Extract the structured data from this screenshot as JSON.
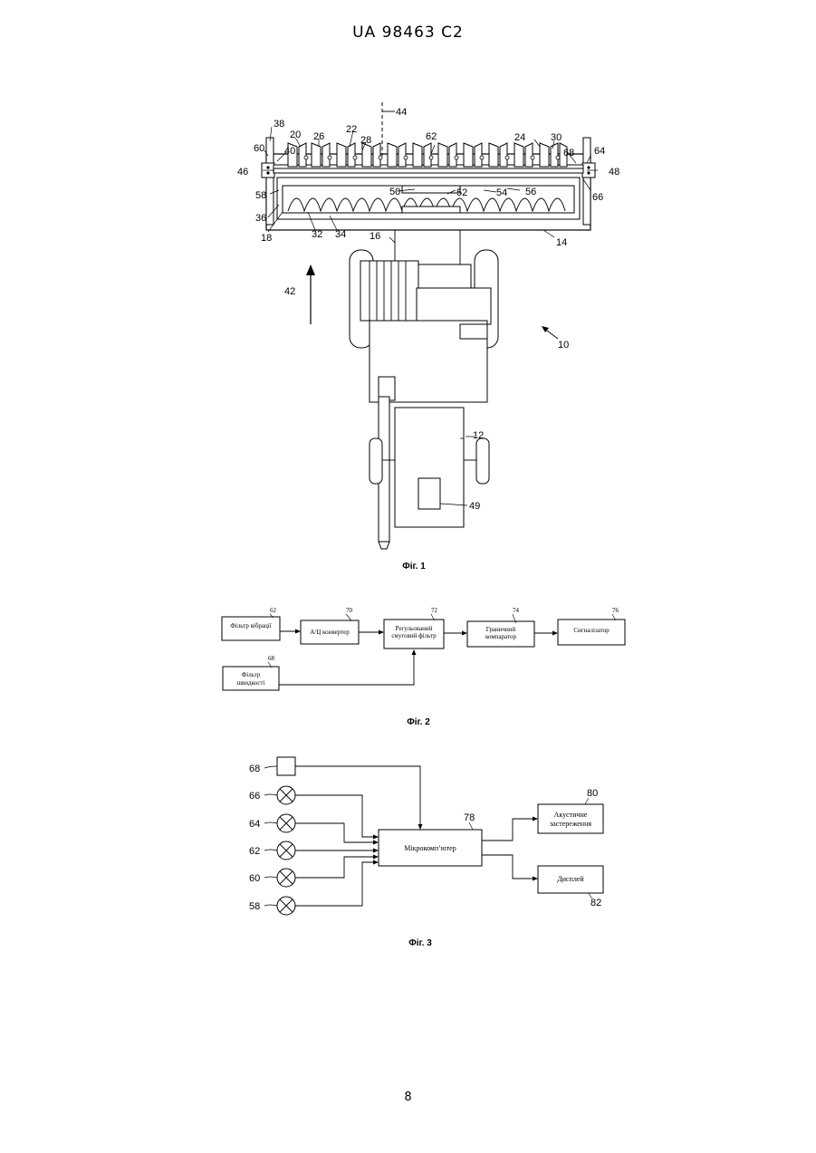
{
  "header": {
    "doc_id": "UA   98463   C2"
  },
  "page": {
    "number": "8"
  },
  "fig1": {
    "caption": "Фіг. 1",
    "refs": {
      "r10": "10",
      "r12": "12",
      "r14": "14",
      "r16": "16",
      "r18": "18",
      "r20": "20",
      "r22": "22",
      "r24": "24",
      "r26": "26",
      "r28": "28",
      "r30": "30",
      "r32": "32",
      "r34": "34",
      "r36": "36",
      "r38": "38",
      "r40": "40",
      "r42": "42",
      "r44": "44",
      "r46": "46",
      "r48": "48",
      "r49": "49",
      "r50": "50",
      "r52": "52",
      "r54": "54",
      "r56": "56",
      "r58": "58",
      "r60": "60",
      "r62": "62",
      "r64": "64",
      "r66": "66",
      "r68": "68"
    }
  },
  "fig2": {
    "caption": "Фіг. 2",
    "blocks": [
      {
        "ref": "62",
        "label": "Фільтр вібрації"
      },
      {
        "ref": "70",
        "label": "А/Ц конвертер"
      },
      {
        "ref": "72",
        "label_line1": "Регульований",
        "label_line2": "смуговий фільтр"
      },
      {
        "ref": "74",
        "label_line1": "Граничний",
        "label_line2": "компаратор"
      },
      {
        "ref": "76",
        "label": "Сигналізатор"
      },
      {
        "ref": "68",
        "label_line1": "Фільтр",
        "label_line2": "швидкості"
      }
    ]
  },
  "fig3": {
    "caption": "Фіг. 3",
    "inputs": [
      "68",
      "66",
      "64",
      "62",
      "60",
      "58"
    ],
    "micro": {
      "ref": "78",
      "label": "Мікрокомп’ютер"
    },
    "alarm": {
      "ref": "80",
      "label_line1": "Акустичне",
      "label_line2": "застереження"
    },
    "display": {
      "ref": "82",
      "label": "Дисплей"
    }
  }
}
